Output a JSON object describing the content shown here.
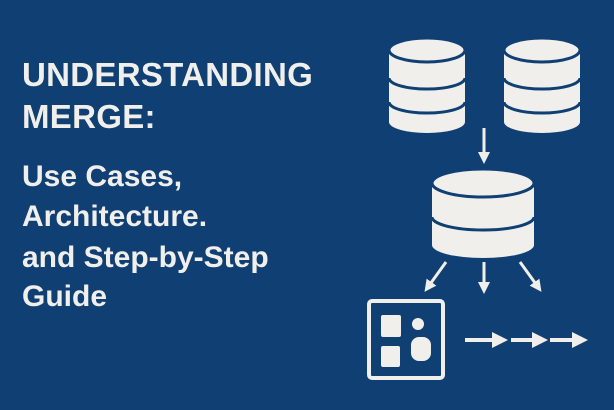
{
  "title": {
    "line1": "UNDERSTANDING",
    "line2": "MERGE:"
  },
  "subtitle": {
    "line1": "Use Cases,",
    "line2": "Architecture.",
    "line3": "and Step-by-Step",
    "line4": "Guide"
  },
  "colors": {
    "background": "#0f3f73",
    "foreground": "#f0efeb"
  }
}
